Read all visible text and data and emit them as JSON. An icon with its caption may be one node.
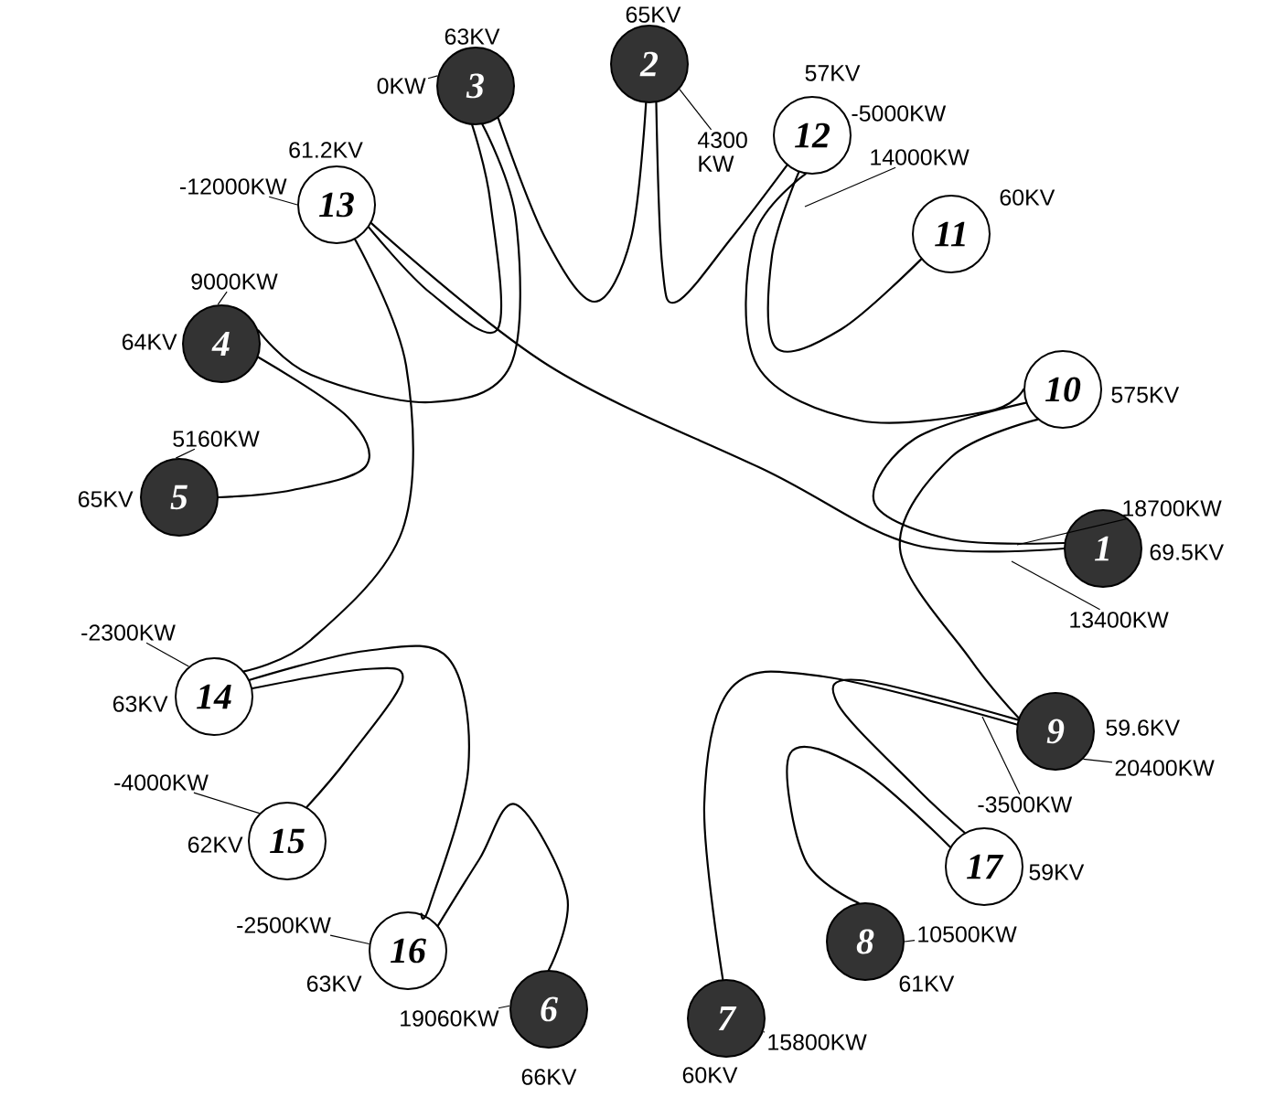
{
  "diagram": {
    "nodes": [
      {
        "text": [
          "1"
        ],
        "beside": [
          "18700KW",
          "69.5KV",
          "13400KW"
        ]
      },
      {
        "text": [
          "2"
        ],
        "beside": [
          "65KV",
          "4300 KW"
        ]
      },
      {
        "text": [
          "3"
        ],
        "beside": [
          "63KV",
          "0KW"
        ]
      },
      {
        "text": [
          "4"
        ],
        "beside": [
          "9000KW",
          "64KV"
        ]
      },
      {
        "text": [
          "5"
        ],
        "beside": [
          "5160KW",
          "65KV"
        ]
      },
      {
        "text": [
          "6"
        ],
        "beside": [
          "19060KW",
          "66KV"
        ]
      },
      {
        "text": [
          "7"
        ],
        "beside": [
          "15800KW",
          "60KV"
        ]
      },
      {
        "text": [
          "8"
        ],
        "beside": [
          "10500KW",
          "61KV"
        ]
      },
      {
        "text": [
          "9"
        ],
        "beside": [
          "59.6KV",
          "20400KW",
          "-3500KW"
        ]
      },
      {
        "text": [
          "10"
        ],
        "beside": [
          "575KV"
        ]
      },
      {
        "text": [
          "11"
        ],
        "beside": [
          "60KV"
        ]
      },
      {
        "text": [
          "12"
        ],
        "beside": [
          "57KV",
          "-5000KW",
          "14000KW"
        ]
      },
      {
        "text": [
          "13"
        ],
        "beside": [
          "61.2KV",
          "-12000KW"
        ]
      },
      {
        "text": [
          "14"
        ],
        "beside": [
          "-2300KW",
          "63KV"
        ]
      },
      {
        "text": [
          "15"
        ],
        "beside": [
          "-4000KW",
          "62KV"
        ]
      },
      {
        "text": [
          "16"
        ],
        "beside": [
          "-2500KW",
          "63KV"
        ]
      },
      {
        "text": [
          "17"
        ],
        "beside": [
          "59KV"
        ]
      }
    ],
    "edges": [
      {
        "from": 12,
        "to": 2,
        "arrow": "none"
      },
      {
        "from": 2,
        "to": 3,
        "arrow": "none"
      },
      {
        "from": 2,
        "to": 1,
        "arrow": "none"
      },
      {
        "from": 3,
        "to": 4,
        "arrow": "none"
      },
      {
        "from": 1,
        "to": 11,
        "arrow": "none"
      },
      {
        "from": 11,
        "to": 10,
        "arrow": "none"
      },
      {
        "from": 11,
        "to": 9,
        "arrow": "none"
      },
      {
        "from": 9,
        "to": 0,
        "arrow": "none"
      },
      {
        "from": 9,
        "to": 8,
        "arrow": "none"
      },
      {
        "from": 12,
        "to": 0,
        "arrow": "none"
      },
      {
        "from": 12,
        "to": 13,
        "arrow": "none"
      },
      {
        "from": 13,
        "to": 14,
        "arrow": "none"
      },
      {
        "from": 13,
        "to": 15,
        "arrow": "none"
      },
      {
        "from": 15,
        "to": 5,
        "arrow": "none"
      },
      {
        "from": 8,
        "to": 6,
        "arrow": "none"
      },
      {
        "from": 8,
        "to": 16,
        "arrow": "none"
      },
      {
        "from": 16,
        "to": 7,
        "arrow": "none"
      }
    ]
  }
}
